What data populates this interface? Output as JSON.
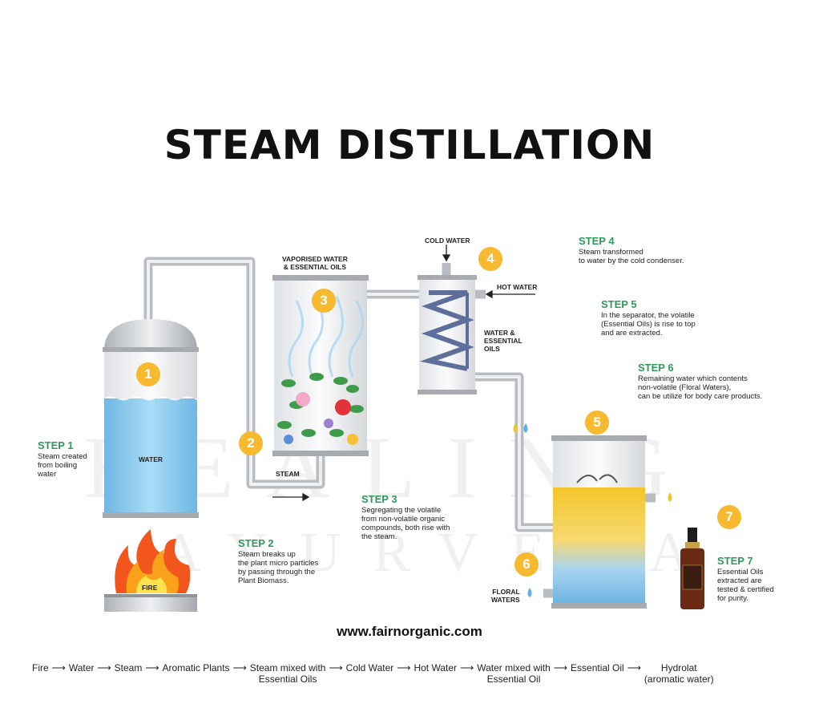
{
  "title": "STEAM DISTILLATION",
  "watermark": {
    "line1": "HEALING",
    "line2": "AYURVEDA"
  },
  "badges": [
    "1",
    "2",
    "3",
    "4",
    "5",
    "6",
    "7"
  ],
  "labels": {
    "water": "WATER",
    "fire": "FIRE",
    "steam": "STEAM",
    "vaporised": "VAPORISED WATER\n& ESSENTIAL OILS",
    "cold_water": "COLD WATER",
    "hot_water": "HOT WATER",
    "water_oils": "WATER &\nESSENTIAL\nOILS",
    "floral_waters": "FLORAL\nWATERS"
  },
  "steps": [
    {
      "title": "STEP 1",
      "text": "Steam created\nfrom boiling\nwater"
    },
    {
      "title": "STEP 2",
      "text": "Steam breaks up\nthe plant micro particles\nby passing through the\nPlant Biomass."
    },
    {
      "title": "STEP 3",
      "text": "Segregating the volatile\nfrom non-volatile organic\ncompounds, both rise with\nthe steam."
    },
    {
      "title": "STEP 4",
      "text": "Steam transformed\nto water by the cold condenser."
    },
    {
      "title": "STEP 5",
      "text": "In the separator, the volatile\n(Essential Oils) is rise to top\nand are extracted."
    },
    {
      "title": "STEP 6",
      "text": "Remaining water which contents\nnon-volatile (Floral Waters),\ncan be utilize for body care products."
    },
    {
      "title": "STEP 7",
      "text": "Essential Oils\nextracted are\ntested & certified\nfor purity."
    }
  ],
  "url": "www.fairnorganic.com",
  "flow": [
    "Fire",
    "Water",
    "Steam",
    "Aromatic Plants",
    "Steam mixed with\nEssential Oils",
    "Cold Water",
    "Hot Water",
    "Water mixed with\nEssential Oil",
    "Essential Oil",
    "Hydrolat\n(aromatic water)"
  ],
  "flow_arrow": "⟶",
  "colors": {
    "badge": "#f6b92f",
    "step": "#2f9a5a",
    "water": "#7cc4ea",
    "oil": "#f3c933",
    "pipe": "#c9ccd0"
  }
}
